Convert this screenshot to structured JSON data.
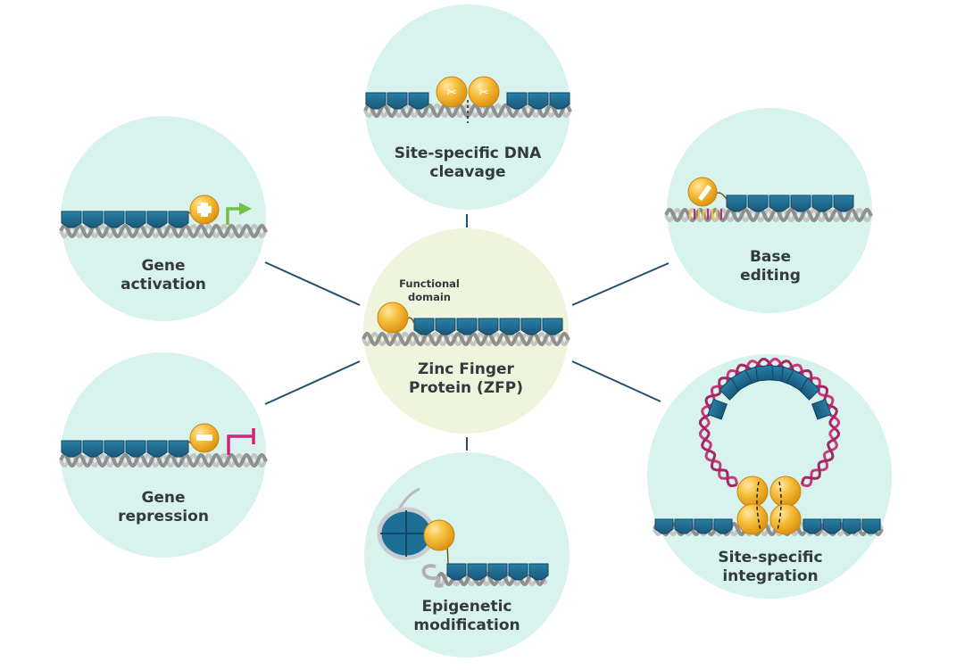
{
  "center": {
    "label": "Zinc Finger\nProtein (ZFP)",
    "domain_label": "Functional\ndomain"
  },
  "nodes": {
    "cleavage": {
      "label": "Site-specific DNA\ncleavage"
    },
    "activation": {
      "label": "Gene\nactivation"
    },
    "base_editing": {
      "label": "Base\nediting"
    },
    "repression": {
      "label": "Gene\nrepression"
    },
    "epigenetic": {
      "label": "Epigenetic\nmodification"
    },
    "integration": {
      "label": "Site-specific\nintegration"
    }
  },
  "colors": {
    "center_fill": "#eef5dc",
    "outer_fill": "#d8f3ee",
    "protein_blue": "#1f6b8e",
    "domain_orange": "#f4b224",
    "dna_gray": "#a9a9a9",
    "connector": "#21506f",
    "activation_arrow": "#74c043",
    "repression_mark": "#d0247a",
    "plasmid_pink": "#c83a7c"
  }
}
